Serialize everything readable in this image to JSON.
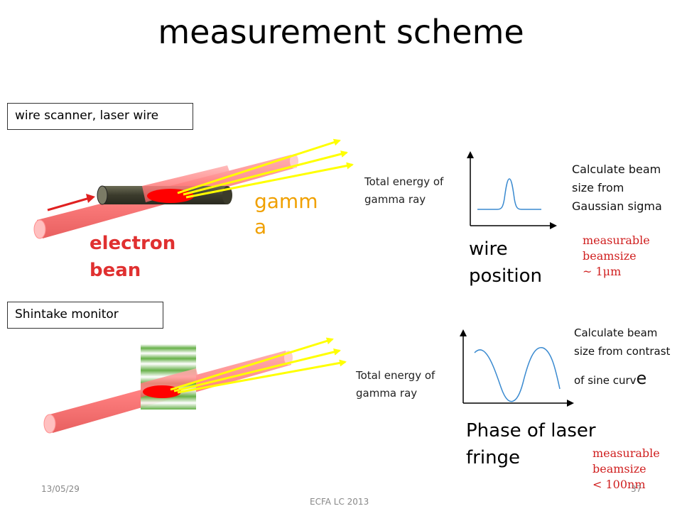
{
  "title": "measurement scheme",
  "section1": {
    "label": "wire scanner, laser wire",
    "gamma_label": "gamm\na",
    "electron_label": "electron\nbean",
    "total_energy": "Total energy of\ngamma ray",
    "axis_label": "wire\nposition",
    "calc_text": "Calculate beam\nsize from\nGaussian sigma",
    "measurable": "measurable\nbeamsize\n~ 1μm"
  },
  "section2": {
    "label": "Shintake monitor",
    "total_energy": "Total energy of\ngamma ray",
    "axis_label": "Phase of laser\nfringe",
    "calc_text": "Calculate beam\nsize from contrast",
    "calc_text_end": "of sine curv",
    "calc_text_big": "e",
    "measurable": "measurable\nbeamsize\n< 100nm"
  },
  "footer": {
    "date": "13/05/29",
    "page": "37",
    "event": "ECFA LC 2013"
  },
  "colors": {
    "beam": "#ff8c8c",
    "beam_spot": "#ff0000",
    "gamma": "#ffff00",
    "label_red": "#e03030",
    "label_orange": "#f0a000",
    "arrow": "#e02020",
    "curve": "#3a8ad0"
  }
}
